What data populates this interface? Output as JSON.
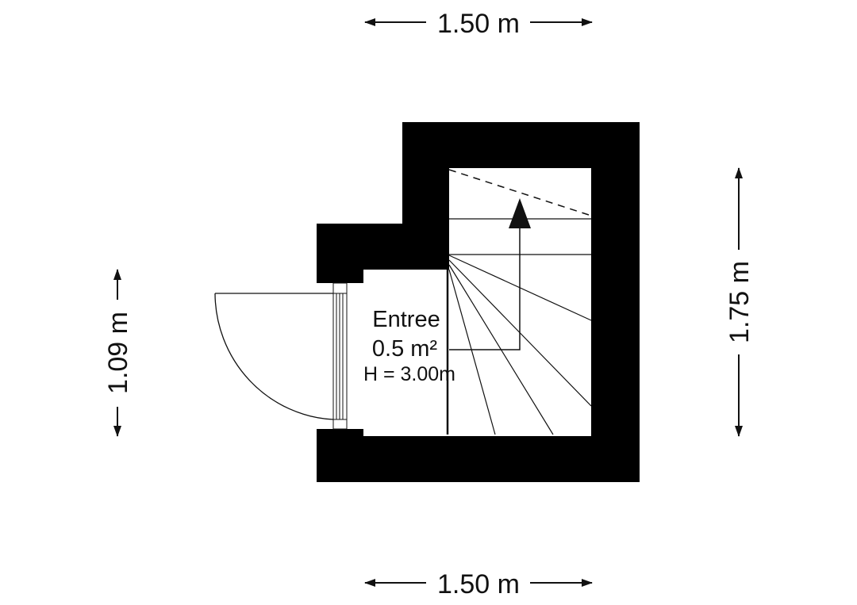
{
  "dimensions": {
    "top_width": "1.50 m",
    "bottom_width": "1.50 m",
    "left_height": "1.09 m",
    "right_height": "1.75 m"
  },
  "room": {
    "name": "Entree",
    "area": "0.5 m²",
    "height": "H = 3.00m"
  },
  "colors": {
    "wall": "#000000",
    "line": "#111111",
    "background": "#ffffff"
  }
}
